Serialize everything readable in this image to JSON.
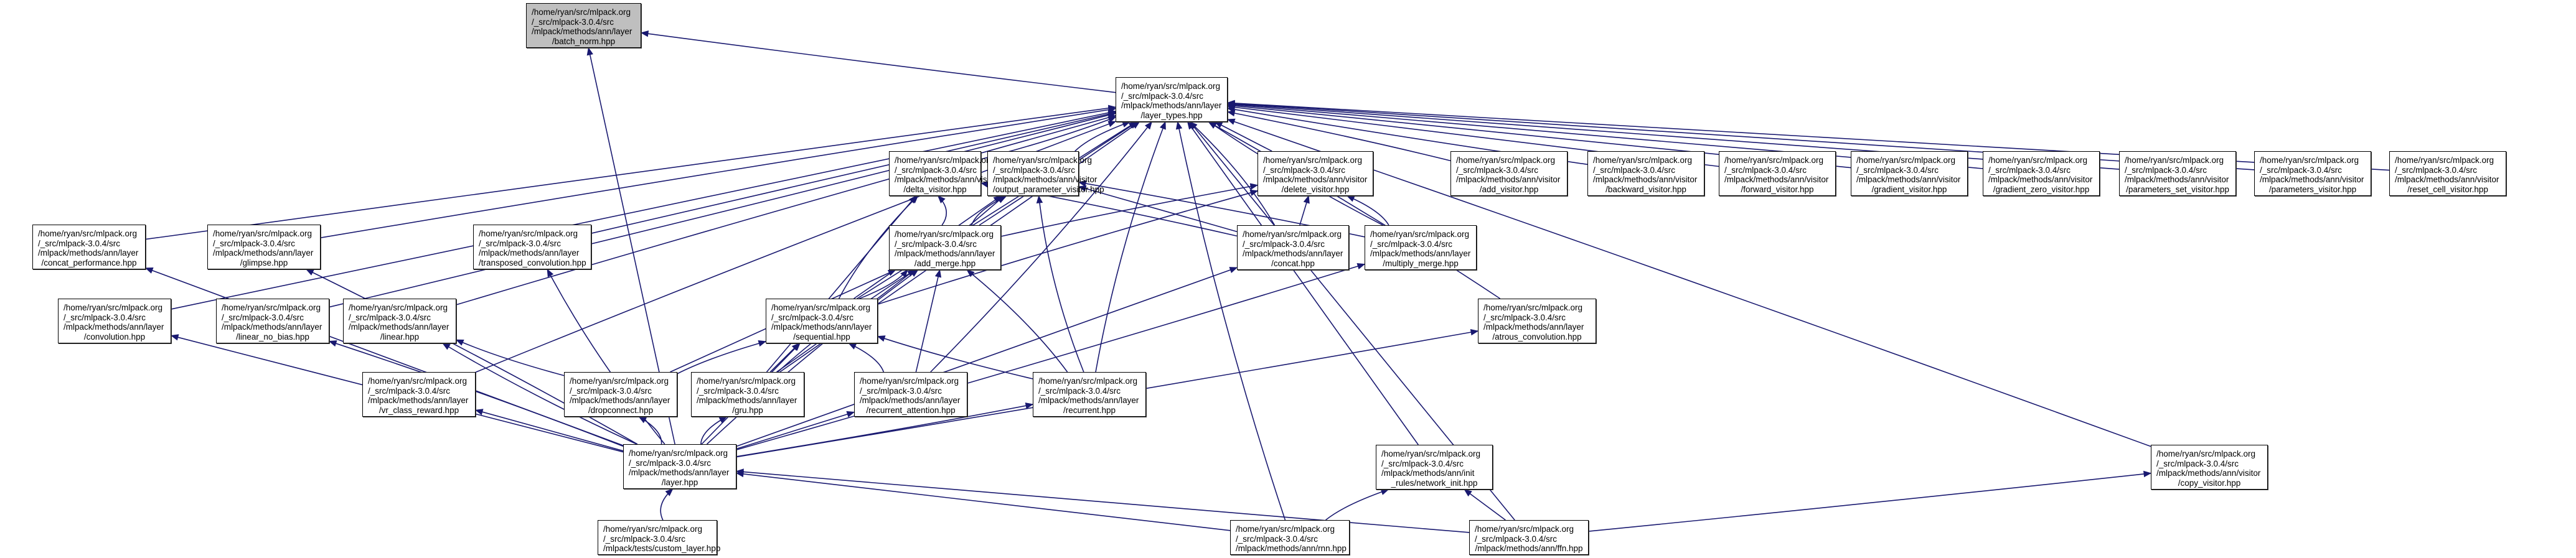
{
  "graph": {
    "title": "Include dependency graph (included-by) for batch_norm.hpp",
    "colors": {
      "edge": "#191970",
      "root_fill": "#bfbfbf",
      "node_fill": "#ffffff",
      "border": "#000000"
    },
    "root_id": "batch_norm",
    "nodes": [
      {
        "id": "batch_norm",
        "lines": [
          "/home/ryan/src/mlpack.org",
          "/_src/mlpack-3.0.4/src",
          "/mlpack/methods/ann/layer",
          "/batch_norm.hpp"
        ]
      },
      {
        "id": "layer_types",
        "lines": [
          "/home/ryan/src/mlpack.org",
          "/_src/mlpack-3.0.4/src",
          "/mlpack/methods/ann/layer",
          "/layer_types.hpp"
        ]
      },
      {
        "id": "concat_performance",
        "lines": [
          "/home/ryan/src/mlpack.org",
          "/_src/mlpack-3.0.4/src",
          "/mlpack/methods/ann/layer",
          "/concat_performance.hpp"
        ]
      },
      {
        "id": "glimpse",
        "lines": [
          "/home/ryan/src/mlpack.org",
          "/_src/mlpack-3.0.4/src",
          "/mlpack/methods/ann/layer",
          "/glimpse.hpp"
        ]
      },
      {
        "id": "transposed_convolution",
        "lines": [
          "/home/ryan/src/mlpack.org",
          "/_src/mlpack-3.0.4/src",
          "/mlpack/methods/ann/layer",
          "/transposed_convolution.hpp"
        ]
      },
      {
        "id": "delta_visitor",
        "lines": [
          "/home/ryan/src/mlpack.org",
          "/_src/mlpack-3.0.4/src",
          "/mlpack/methods/ann/visitor",
          "/delta_visitor.hpp"
        ]
      },
      {
        "id": "output_parameter_visitor",
        "lines": [
          "/home/ryan/src/mlpack.org",
          "/_src/mlpack-3.0.4/src",
          "/mlpack/methods/ann/visitor",
          "/output_parameter_visitor.hpp"
        ]
      },
      {
        "id": "delete_visitor",
        "lines": [
          "/home/ryan/src/mlpack.org",
          "/_src/mlpack-3.0.4/src",
          "/mlpack/methods/ann/visitor",
          "/delete_visitor.hpp"
        ]
      },
      {
        "id": "add_visitor",
        "lines": [
          "/home/ryan/src/mlpack.org",
          "/_src/mlpack-3.0.4/src",
          "/mlpack/methods/ann/visitor",
          "/add_visitor.hpp"
        ]
      },
      {
        "id": "backward_visitor",
        "lines": [
          "/home/ryan/src/mlpack.org",
          "/_src/mlpack-3.0.4/src",
          "/mlpack/methods/ann/visitor",
          "/backward_visitor.hpp"
        ]
      },
      {
        "id": "forward_visitor",
        "lines": [
          "/home/ryan/src/mlpack.org",
          "/_src/mlpack-3.0.4/src",
          "/mlpack/methods/ann/visitor",
          "/forward_visitor.hpp"
        ]
      },
      {
        "id": "gradient_visitor",
        "lines": [
          "/home/ryan/src/mlpack.org",
          "/_src/mlpack-3.0.4/src",
          "/mlpack/methods/ann/visitor",
          "/gradient_visitor.hpp"
        ]
      },
      {
        "id": "gradient_zero_visitor",
        "lines": [
          "/home/ryan/src/mlpack.org",
          "/_src/mlpack-3.0.4/src",
          "/mlpack/methods/ann/visitor",
          "/gradient_zero_visitor.hpp"
        ]
      },
      {
        "id": "parameters_set_visitor",
        "lines": [
          "/home/ryan/src/mlpack.org",
          "/_src/mlpack-3.0.4/src",
          "/mlpack/methods/ann/visitor",
          "/parameters_set_visitor.hpp"
        ]
      },
      {
        "id": "parameters_visitor",
        "lines": [
          "/home/ryan/src/mlpack.org",
          "/_src/mlpack-3.0.4/src",
          "/mlpack/methods/ann/visitor",
          "/parameters_visitor.hpp"
        ]
      },
      {
        "id": "reset_cell_visitor",
        "lines": [
          "/home/ryan/src/mlpack.org",
          "/_src/mlpack-3.0.4/src",
          "/mlpack/methods/ann/visitor",
          "/reset_cell_visitor.hpp"
        ]
      },
      {
        "id": "convolution",
        "lines": [
          "/home/ryan/src/mlpack.org",
          "/_src/mlpack-3.0.4/src",
          "/mlpack/methods/ann/layer",
          "/convolution.hpp"
        ]
      },
      {
        "id": "linear_no_bias",
        "lines": [
          "/home/ryan/src/mlpack.org",
          "/_src/mlpack-3.0.4/src",
          "/mlpack/methods/ann/layer",
          "/linear_no_bias.hpp"
        ]
      },
      {
        "id": "linear",
        "lines": [
          "/home/ryan/src/mlpack.org",
          "/_src/mlpack-3.0.4/src",
          "/mlpack/methods/ann/layer",
          "/linear.hpp"
        ]
      },
      {
        "id": "add_merge",
        "lines": [
          "/home/ryan/src/mlpack.org",
          "/_src/mlpack-3.0.4/src",
          "/mlpack/methods/ann/layer",
          "/add_merge.hpp"
        ]
      },
      {
        "id": "concat",
        "lines": [
          "/home/ryan/src/mlpack.org",
          "/_src/mlpack-3.0.4/src",
          "/mlpack/methods/ann/layer",
          "/concat.hpp"
        ]
      },
      {
        "id": "multiply_merge",
        "lines": [
          "/home/ryan/src/mlpack.org",
          "/_src/mlpack-3.0.4/src",
          "/mlpack/methods/ann/layer",
          "/multiply_merge.hpp"
        ]
      },
      {
        "id": "sequential",
        "lines": [
          "/home/ryan/src/mlpack.org",
          "/_src/mlpack-3.0.4/src",
          "/mlpack/methods/ann/layer",
          "/sequential.hpp"
        ]
      },
      {
        "id": "atrous_convolution",
        "lines": [
          "/home/ryan/src/mlpack.org",
          "/_src/mlpack-3.0.4/src",
          "/mlpack/methods/ann/layer",
          "/atrous_convolution.hpp"
        ]
      },
      {
        "id": "vr_class_reward",
        "lines": [
          "/home/ryan/src/mlpack.org",
          "/_src/mlpack-3.0.4/src",
          "/mlpack/methods/ann/layer",
          "/vr_class_reward.hpp"
        ]
      },
      {
        "id": "dropconnect",
        "lines": [
          "/home/ryan/src/mlpack.org",
          "/_src/mlpack-3.0.4/src",
          "/mlpack/methods/ann/layer",
          "/dropconnect.hpp"
        ]
      },
      {
        "id": "gru",
        "lines": [
          "/home/ryan/src/mlpack.org",
          "/_src/mlpack-3.0.4/src",
          "/mlpack/methods/ann/layer",
          "/gru.hpp"
        ]
      },
      {
        "id": "recurrent_attention",
        "lines": [
          "/home/ryan/src/mlpack.org",
          "/_src/mlpack-3.0.4/src",
          "/mlpack/methods/ann/layer",
          "/recurrent_attention.hpp"
        ]
      },
      {
        "id": "recurrent",
        "lines": [
          "/home/ryan/src/mlpack.org",
          "/_src/mlpack-3.0.4/src",
          "/mlpack/methods/ann/layer",
          "/recurrent.hpp"
        ]
      },
      {
        "id": "layer",
        "lines": [
          "/home/ryan/src/mlpack.org",
          "/_src/mlpack-3.0.4/src",
          "/mlpack/methods/ann/layer",
          "/layer.hpp"
        ]
      },
      {
        "id": "network_init",
        "lines": [
          "/home/ryan/src/mlpack.org",
          "/_src/mlpack-3.0.4/src",
          "/mlpack/methods/ann/init",
          "_rules/network_init.hpp"
        ]
      },
      {
        "id": "copy_visitor",
        "lines": [
          "/home/ryan/src/mlpack.org",
          "/_src/mlpack-3.0.4/src",
          "/mlpack/methods/ann/visitor",
          "/copy_visitor.hpp"
        ]
      },
      {
        "id": "custom_layer",
        "lines": [
          "/home/ryan/src/mlpack.org",
          "/_src/mlpack-3.0.4/src",
          "/mlpack/tests/custom_layer.hpp"
        ]
      },
      {
        "id": "rnn",
        "lines": [
          "/home/ryan/src/mlpack.org",
          "/_src/mlpack-3.0.4/src",
          "/mlpack/methods/ann/rnn.hpp"
        ]
      },
      {
        "id": "ffn",
        "lines": [
          "/home/ryan/src/mlpack.org",
          "/_src/mlpack-3.0.4/src",
          "/mlpack/methods/ann/ffn.hpp"
        ]
      }
    ],
    "edges": [
      [
        "layer_types",
        "batch_norm"
      ],
      [
        "layer",
        "batch_norm"
      ],
      [
        "concat_performance",
        "layer_types"
      ],
      [
        "glimpse",
        "layer_types"
      ],
      [
        "transposed_convolution",
        "layer_types"
      ],
      [
        "delta_visitor",
        "layer_types"
      ],
      [
        "output_parameter_visitor",
        "layer_types"
      ],
      [
        "delete_visitor",
        "layer_types"
      ],
      [
        "add_visitor",
        "layer_types"
      ],
      [
        "backward_visitor",
        "layer_types"
      ],
      [
        "forward_visitor",
        "layer_types"
      ],
      [
        "gradient_visitor",
        "layer_types"
      ],
      [
        "gradient_zero_visitor",
        "layer_types"
      ],
      [
        "parameters_set_visitor",
        "layer_types"
      ],
      [
        "parameters_visitor",
        "layer_types"
      ],
      [
        "reset_cell_visitor",
        "layer_types"
      ],
      [
        "convolution",
        "layer_types"
      ],
      [
        "linear_no_bias",
        "layer_types"
      ],
      [
        "linear",
        "layer_types"
      ],
      [
        "add_merge",
        "layer_types"
      ],
      [
        "concat",
        "layer_types"
      ],
      [
        "multiply_merge",
        "layer_types"
      ],
      [
        "sequential",
        "layer_types"
      ],
      [
        "atrous_convolution",
        "layer_types"
      ],
      [
        "vr_class_reward",
        "layer_types"
      ],
      [
        "gru",
        "layer_types"
      ],
      [
        "recurrent_attention",
        "layer_types"
      ],
      [
        "recurrent",
        "layer_types"
      ],
      [
        "network_init",
        "layer_types"
      ],
      [
        "copy_visitor",
        "layer_types"
      ],
      [
        "rnn",
        "layer_types"
      ],
      [
        "ffn",
        "layer_types"
      ],
      [
        "add_merge",
        "delta_visitor"
      ],
      [
        "sequential",
        "delta_visitor"
      ],
      [
        "gru",
        "delta_visitor"
      ],
      [
        "concat",
        "delta_visitor"
      ],
      [
        "add_merge",
        "output_parameter_visitor"
      ],
      [
        "sequential",
        "output_parameter_visitor"
      ],
      [
        "gru",
        "output_parameter_visitor"
      ],
      [
        "recurrent",
        "output_parameter_visitor"
      ],
      [
        "concat",
        "output_parameter_visitor"
      ],
      [
        "multiply_merge",
        "output_parameter_visitor"
      ],
      [
        "add_merge",
        "delete_visitor"
      ],
      [
        "concat",
        "delete_visitor"
      ],
      [
        "multiply_merge",
        "delete_visitor"
      ],
      [
        "sequential",
        "delete_visitor"
      ],
      [
        "dropconnect",
        "add_merge"
      ],
      [
        "sequential",
        "add_merge"
      ],
      [
        "gru",
        "add_merge"
      ],
      [
        "recurrent_attention",
        "add_merge"
      ],
      [
        "recurrent",
        "add_merge"
      ],
      [
        "layer",
        "add_merge"
      ],
      [
        "layer",
        "concat"
      ],
      [
        "layer",
        "multiply_merge"
      ],
      [
        "dropconnect",
        "sequential"
      ],
      [
        "gru",
        "sequential"
      ],
      [
        "recurrent_attention",
        "sequential"
      ],
      [
        "recurrent",
        "sequential"
      ],
      [
        "layer",
        "sequential"
      ],
      [
        "layer",
        "atrous_convolution"
      ],
      [
        "dropconnect",
        "linear"
      ],
      [
        "layer",
        "concat_performance"
      ],
      [
        "layer",
        "glimpse"
      ],
      [
        "layer",
        "transposed_convolution"
      ],
      [
        "layer",
        "convolution"
      ],
      [
        "layer",
        "linear_no_bias"
      ],
      [
        "layer",
        "linear"
      ],
      [
        "layer",
        "vr_class_reward"
      ],
      [
        "layer",
        "dropconnect"
      ],
      [
        "layer",
        "gru"
      ],
      [
        "layer",
        "recurrent_attention"
      ],
      [
        "layer",
        "recurrent"
      ],
      [
        "custom_layer",
        "layer"
      ],
      [
        "rnn",
        "layer"
      ],
      [
        "ffn",
        "layer"
      ],
      [
        "rnn",
        "network_init"
      ],
      [
        "ffn",
        "network_init"
      ],
      [
        "ffn",
        "copy_visitor"
      ]
    ]
  }
}
